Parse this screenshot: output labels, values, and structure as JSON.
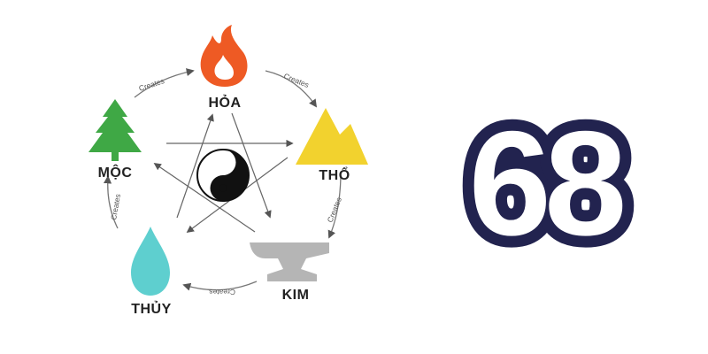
{
  "elements": {
    "fire": {
      "label": "HỎA",
      "icon": "flame-icon",
      "color": "#ee5a24"
    },
    "earth": {
      "label": "THỔ",
      "icon": "mountain-icon",
      "color": "#f2d22e"
    },
    "metal": {
      "label": "KIM",
      "icon": "anvil-icon",
      "color": "#b5b5b5"
    },
    "water": {
      "label": "THỦY",
      "icon": "water-drop-icon",
      "color": "#5ecfcf"
    },
    "wood": {
      "label": "MỘC",
      "icon": "pine-tree-icon",
      "color": "#3fa845"
    }
  },
  "cycle": {
    "creates_label": "Creates"
  },
  "center": {
    "icon": "yin-yang-icon"
  },
  "number": {
    "text": "68",
    "fill_color": "#ffffff",
    "outline_color": "#22234f"
  }
}
